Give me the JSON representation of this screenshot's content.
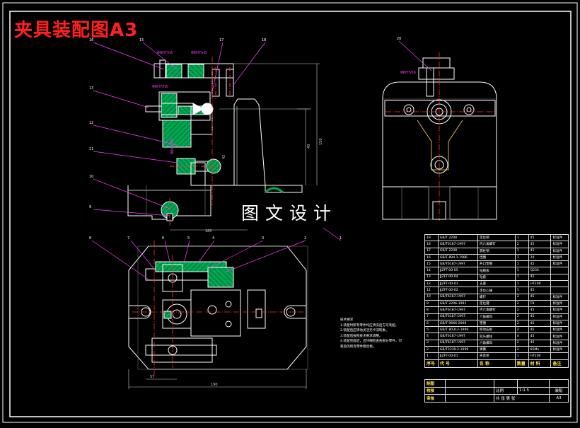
{
  "drawing_title": "夹具装配图A3",
  "watermark": "图文设计",
  "callouts": {
    "front_view": [
      "16",
      "15",
      "17",
      "18",
      "13",
      "12",
      "11",
      "10",
      "9"
    ],
    "side_view": [
      "20"
    ],
    "plan_view": [
      "8",
      "7",
      "6",
      "5",
      "4",
      "3",
      "2",
      "1"
    ]
  },
  "dimensions": {
    "d1": "Φ8H7/n6",
    "d2": "Φ6H7/n6",
    "d3": "Φ6H7/h6",
    "d4": "Φ6H7/n6",
    "d5": "Φ6H7/k6",
    "height_1": "150",
    "height_2": "40",
    "height_3": "42",
    "length_1": "180",
    "length_2": "57",
    "length_3": "190"
  },
  "technical_notes": [
    "技术要求",
    "1.装配时所有零件均应清洗后方可装配。",
    "2.装配后应转动灵活无卡滞现象。",
    "3.装配后按照技术要求调整。",
    "4.装配完成后，应仔细检查各部分零件，可",
    "靠后的所有零件都合格。"
  ],
  "bom": {
    "columns": [
      "序号",
      "代  号",
      "名  称",
      "数量",
      "材  料",
      "备注"
    ],
    "rows": [
      [
        "19",
        "GB/T 2208",
        "定位销",
        "1",
        "45",
        "标准件"
      ],
      [
        "18",
        "GB/T6187-1997",
        "内六角螺钉",
        "2",
        "45",
        "标准件"
      ],
      [
        "17",
        "GB/T 2208",
        "圆柱销",
        "1",
        "45",
        "标准件"
      ],
      [
        "16",
        "GB/T 894.1-1986",
        "挡圈",
        "1",
        "20",
        "标准件"
      ],
      [
        "15",
        "GB/T6187-1997",
        "开口垫圈",
        "1",
        "45",
        "标准件"
      ],
      [
        "14",
        "JJZFT-00-05",
        "钻模板",
        "1",
        "Q235",
        ""
      ],
      [
        "13",
        "JJZFT-00-04",
        "钻套",
        "1",
        "45",
        ""
      ],
      [
        "12",
        "JJZFT-00-03",
        "支座",
        "1",
        "HT200",
        ""
      ],
      [
        "11",
        "JJZFT-00-02",
        "定位心轴",
        "1",
        "45",
        ""
      ],
      [
        "10",
        "GB/T6187-1997",
        "螺钉",
        "2",
        "45",
        "标准件"
      ],
      [
        "9",
        "GB/T 2206-1991",
        "定位键",
        "2",
        "T8",
        "标准件"
      ],
      [
        "8",
        "GB/T6187-1997",
        "内六角螺钉",
        "2",
        "45",
        "标准件"
      ],
      [
        "7",
        "GB/T6187-1997",
        "六角螺母",
        "2",
        "45",
        "标准件"
      ],
      [
        "6",
        "GB/T 9666-2000",
        "垫圈",
        "2",
        "45",
        "标准件"
      ],
      [
        "5",
        "GB/T 80312-1999",
        "移动压板",
        "2",
        "45",
        "标准件"
      ],
      [
        "4",
        "GB/T6187-1997",
        "双头螺柱",
        "4",
        "45",
        "标准件"
      ],
      [
        "3",
        "GB/T6187-1997",
        "六角螺母",
        "2",
        "45",
        "标准件"
      ],
      [
        "2",
        "GB/T2239.2-1999",
        "弹簧",
        "2",
        "65Mn",
        "标准件"
      ],
      [
        "1",
        "JJZFT-00-01",
        "夹具体",
        "1",
        "HT200",
        ""
      ]
    ]
  },
  "title_block": {
    "made_by": "制图",
    "checked_by": "校核",
    "reviewed_by": "审核",
    "scale_label": "比例",
    "scale_value": "1:1.5",
    "sheet_label": "共 张 第 张",
    "doc_type": "装配",
    "paper": "A3"
  },
  "colors": {
    "background": "#000000",
    "outline": "#ffffff",
    "leader": "#ff40ff",
    "section_fill": "#00a651",
    "centerline": "#ff3030",
    "title": "#ff2020",
    "yellow": "#ffe04a",
    "dim_gray": "#cfcfcf"
  }
}
